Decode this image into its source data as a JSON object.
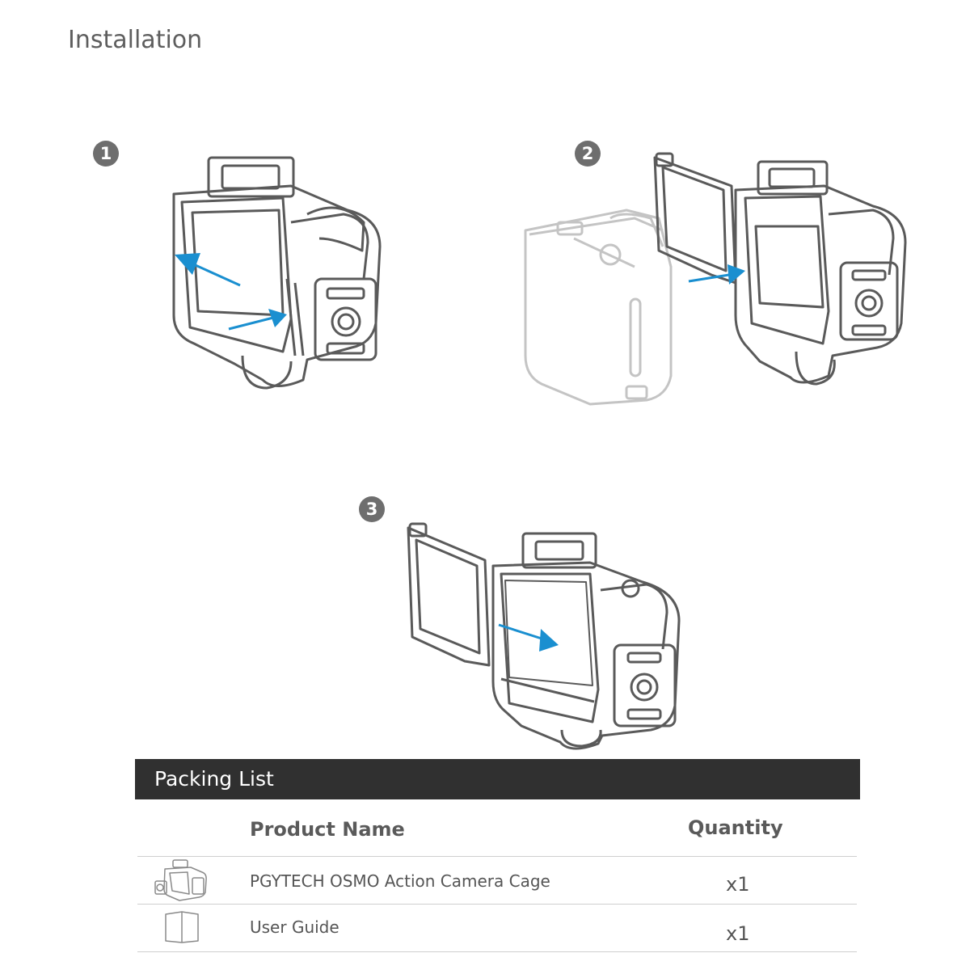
{
  "page": {
    "title": "Installation"
  },
  "steps": [
    {
      "number": "1"
    },
    {
      "number": "2"
    },
    {
      "number": "3"
    }
  ],
  "colors": {
    "arrow": "#1a8fd0",
    "line": "#5a5a5a",
    "faded": "#c4c4c4",
    "bar": "#303030"
  },
  "packing_list": {
    "title": "Packing List",
    "columns": {
      "product": "Product Name",
      "quantity": "Quantity"
    },
    "rows": [
      {
        "icon": "camera-cage-thumbnail",
        "name": "PGYTECH OSMO Action Camera Cage",
        "quantity": "x1"
      },
      {
        "icon": "user-guide-thumbnail",
        "name": "User Guide",
        "quantity": "x1"
      }
    ]
  }
}
